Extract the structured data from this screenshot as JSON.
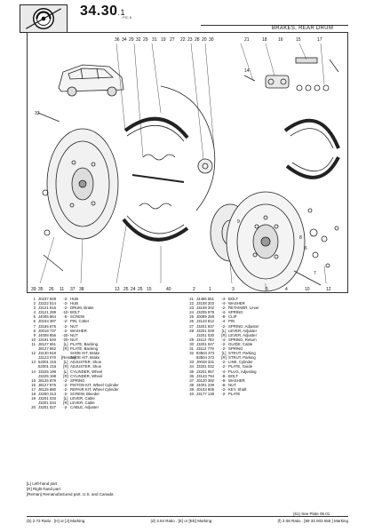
{
  "header": {
    "section_main": "34.30",
    "section_sub": ".1",
    "pic": "PIC 8",
    "title": "BRAKES, REAR DRUM"
  },
  "diagram": {
    "callouts_top_right": [
      "21",
      "18",
      "16",
      "15",
      "17"
    ],
    "callouts_top_mid": [
      "36",
      "34",
      "29",
      "32",
      "29",
      "31",
      "19",
      "27",
      "22",
      "23",
      "28",
      "20",
      "30"
    ],
    "callouts_bottom": [
      "39",
      "35",
      "26",
      "11",
      "37",
      "38",
      "13",
      "25",
      "24",
      "25",
      "15",
      "40",
      "2",
      "1",
      "3",
      "5",
      "4",
      "10",
      "12"
    ],
    "callouts_side": [
      "14",
      "33",
      "9",
      "8",
      "6",
      "7"
    ]
  },
  "parts_left": [
    {
      "num": "1",
      "pn": "J0237 948",
      "qty": "-2-",
      "desc": "HUB"
    },
    {
      "num": "2",
      "pn": "J3222 514",
      "qty": "-2-",
      "desc": "HUB"
    },
    {
      "num": "3",
      "pn": "J3121 915",
      "qty": "-2-",
      "desc": "DRUM, Brake"
    },
    {
      "num": "4",
      "pn": "J3121 289",
      "qty": "-10-",
      "desc": "BOLT"
    },
    {
      "num": "5",
      "pn": "J4005 864",
      "qty": "-6-",
      "desc": "SCREW"
    },
    {
      "num": "6",
      "pn": "J0163 387",
      "qty": "-2-",
      "desc": "PIN, Cotter"
    },
    {
      "num": "7",
      "pn": "J3155 675",
      "qty": "-2-",
      "desc": "NUT"
    },
    {
      "num": "8",
      "pn": "J0018 737",
      "qty": "-2-",
      "desc": "WASHER"
    },
    {
      "num": "9",
      "pn": "J4008 856",
      "qty": "-20-",
      "desc": "NUT"
    },
    {
      "num": "10",
      "pn": "J3191 540",
      "qty": "-20-",
      "desc": "NUT"
    },
    {
      "num": "11",
      "pn": "J8127 651",
      "qty": "[L]",
      "desc": "PLATE, Backing"
    },
    {
      "num": "",
      "pn": "J8127 652",
      "qty": "[R]",
      "desc": "PLATE, Backing"
    },
    {
      "num": "12",
      "pn": "J3130 918",
      "qty": "",
      "desc": "SHOE KIT, Brake"
    },
    {
      "num": "",
      "pn": "J3123 070",
      "qty": "[Reman]",
      "desc": "SHOE KIT, Brake"
    },
    {
      "num": "13",
      "pn": "52001 215",
      "qty": "[L]",
      "desc": "ADJUSTER, Shoe"
    },
    {
      "num": "",
      "pn": "52001 216",
      "qty": "[R]",
      "desc": "ADJUSTER, Shoe"
    },
    {
      "num": "14",
      "pn": "J3225 199",
      "qty": "[L]",
      "desc": "CYLINDER, Wheel"
    },
    {
      "num": "",
      "pn": "J3225 198",
      "qty": "[R]",
      "desc": "CYLINDER, Wheel"
    },
    {
      "num": "15",
      "pn": "J8125 879",
      "qty": "-2-",
      "desc": "SPRING"
    },
    {
      "num": "16",
      "pn": "J8127 975",
      "qty": "-2-",
      "desc": "PISTON KIT, Wheel Cylinder"
    },
    {
      "num": "17",
      "pn": "J8125 880",
      "qty": "-2-",
      "desc": "REPAIR KIT, Wheel Cylinder"
    },
    {
      "num": "18",
      "pn": "J3200 313",
      "qty": "-2-",
      "desc": "SCREW, Bleeder"
    },
    {
      "num": "19",
      "pn": "J3201 033",
      "qty": "[L]",
      "desc": "LEVER, Cable"
    },
    {
      "num": "",
      "pn": "J3201 034",
      "qty": "[R]",
      "desc": "LEVER, Cable"
    },
    {
      "num": "20",
      "pn": "J3201 027",
      "qty": "-2-",
      "desc": "CABLE, Adjuster"
    }
  ],
  "parts_right": [
    {
      "num": "21",
      "pn": "J4486 551",
      "qty": "-4-",
      "desc": "BOLT"
    },
    {
      "num": "22",
      "pn": "J3108 203",
      "qty": "-4-",
      "desc": "WASHER"
    },
    {
      "num": "23",
      "pn": "J3108 202",
      "qty": "-2-",
      "desc": "RETAINER, Lever"
    },
    {
      "num": "24",
      "pn": "J3205 979",
      "qty": "-4-",
      "desc": "SPRING"
    },
    {
      "num": "25",
      "pn": "J0089 259",
      "qty": "-8-",
      "desc": "CLIP"
    },
    {
      "num": "26",
      "pn": "J3143 812",
      "qty": "-4-",
      "desc": "PIN"
    },
    {
      "num": "27",
      "pn": "J3201 937",
      "qty": "-2-",
      "desc": "SPRING, Adjuster"
    },
    {
      "num": "28",
      "pn": "J3201 029",
      "qty": "[L]",
      "desc": "LEVER, Adjuster"
    },
    {
      "num": "",
      "pn": "J3201 030",
      "qty": "[R]",
      "desc": "LEVER, Adjuster"
    },
    {
      "num": "29",
      "pn": "J3112 783",
      "qty": "-4-",
      "desc": "SPRING, Return"
    },
    {
      "num": "30",
      "pn": "J3201 047",
      "qty": "-2-",
      "desc": "GUIDE, Cable"
    },
    {
      "num": "31",
      "pn": "J3112 779",
      "qty": "-2-",
      "desc": "SPRING"
    },
    {
      "num": "32",
      "pn": "83504 373",
      "qty": "[L]",
      "desc": "STRUT, Parking"
    },
    {
      "num": "",
      "pn": "83504 372",
      "qty": "[R]",
      "desc": "STRUT, Parking"
    },
    {
      "num": "33",
      "pn": "J0048 331",
      "qty": "-2-",
      "desc": "LINK, Cylinder"
    },
    {
      "num": "34",
      "pn": "J3201 032",
      "qty": "-2-",
      "desc": "PLATE, Guide"
    },
    {
      "num": "35",
      "pn": "J3201 957",
      "qty": "-4-",
      "desc": "PLUG, Adjusting"
    },
    {
      "num": "36",
      "pn": "J3143 794",
      "qty": "-8-",
      "desc": "BOLT"
    },
    {
      "num": "37",
      "pn": "J0120 382",
      "qty": "-8-",
      "desc": "WASHER"
    },
    {
      "num": "38",
      "pn": "J4001 239",
      "qty": "-8-",
      "desc": "NUT"
    },
    {
      "num": "39",
      "pn": "J0103 905",
      "qty": "-2-",
      "desc": "KEY, Shaft"
    },
    {
      "num": "40",
      "pn": "J3177 138",
      "qty": "-2-",
      "desc": "PLATE"
    }
  ],
  "notes": [
    "[L] Left-hand part",
    "[R] Right-hand part",
    "[Reman] Remanufactured part. U.S. and Canada"
  ],
  "see_plate": "(61) See Plate 06.01",
  "footer": [
    "(b) 2.73 Ratio . [H] or [J] Marking",
    "(d) 3.54 Ratio . [E] or [EE] Marking",
    "(f) 3.08 Ratio . [89 33 003 555 ] Marking"
  ]
}
